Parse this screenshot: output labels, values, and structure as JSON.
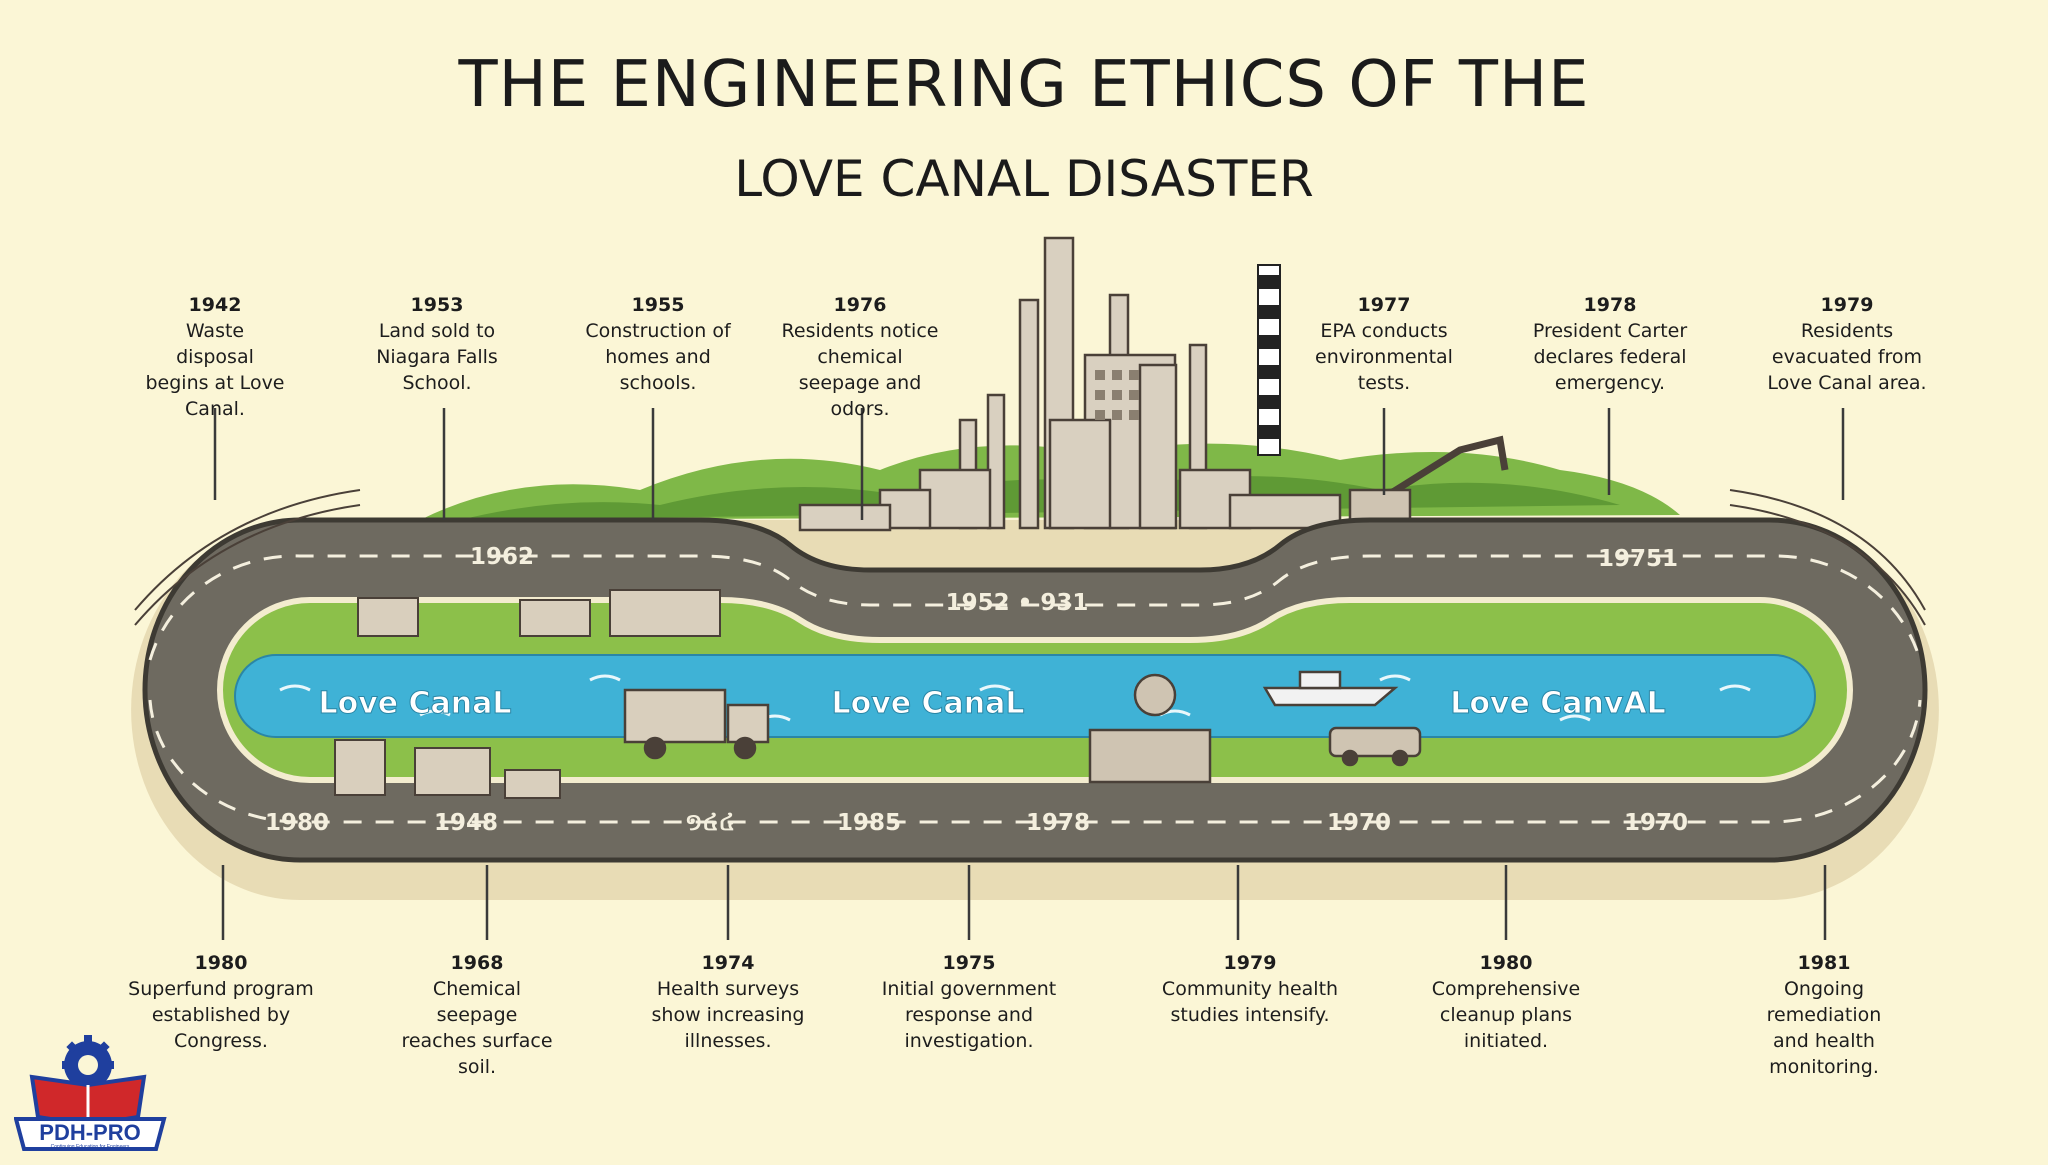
{
  "title_line1": "THE ENGINEERING ETHICS OF THE",
  "title_line2": "LOVE CANAL DISASTER",
  "top_events": [
    {
      "year": "1942",
      "text": "Waste disposal begins at Love Canal."
    },
    {
      "year": "1953",
      "text": "Land sold to Niagara Falls School."
    },
    {
      "year": "1955",
      "text": "Construction of homes and schools."
    },
    {
      "year": "1976",
      "text": "Residents notice chemical seepage and odors."
    },
    {
      "year": "1977",
      "text": "EPA conducts environmental tests."
    },
    {
      "year": "1978",
      "text": "President Carter declares federal emergency."
    },
    {
      "year": "1979",
      "text": "Residents evacuated from Love Canal area."
    }
  ],
  "bottom_events": [
    {
      "year": "1980",
      "text": "Superfund program established by Congress."
    },
    {
      "year": "1968",
      "text": "Chemical seepage reaches surface soil."
    },
    {
      "year": "1974",
      "text": "Health surveys show increasing illnesses."
    },
    {
      "year": "1975",
      "text": "Initial government response and investigation."
    },
    {
      "year": "1979",
      "text": "Community health studies intensify."
    },
    {
      "year": "1980",
      "text": "Comprehensive cleanup plans initiated."
    },
    {
      "year": "1981",
      "text": "Ongoing remediation and health monitoring."
    }
  ],
  "track_labels_top": [
    "1962",
    "1952 • 931",
    "19751"
  ],
  "track_labels_bottom": [
    "1980",
    "1948",
    "១៤៤",
    "1985",
    "1978",
    "1970",
    "1970"
  ],
  "canal_labels": [
    "Love CanaL",
    "Love CanaL",
    "Love CanvAL"
  ],
  "logo_text": "PDH-PRO",
  "logo_tagline": "Continuing Education for Engineers",
  "colors": {
    "background": "#fbf6d6",
    "road": "#6e6a60",
    "water": "#3fb2d6",
    "grass": "#8cc04a",
    "text": "#1d1d1d",
    "logo_blue": "#1f3f9e",
    "logo_red": "#d0282a"
  }
}
